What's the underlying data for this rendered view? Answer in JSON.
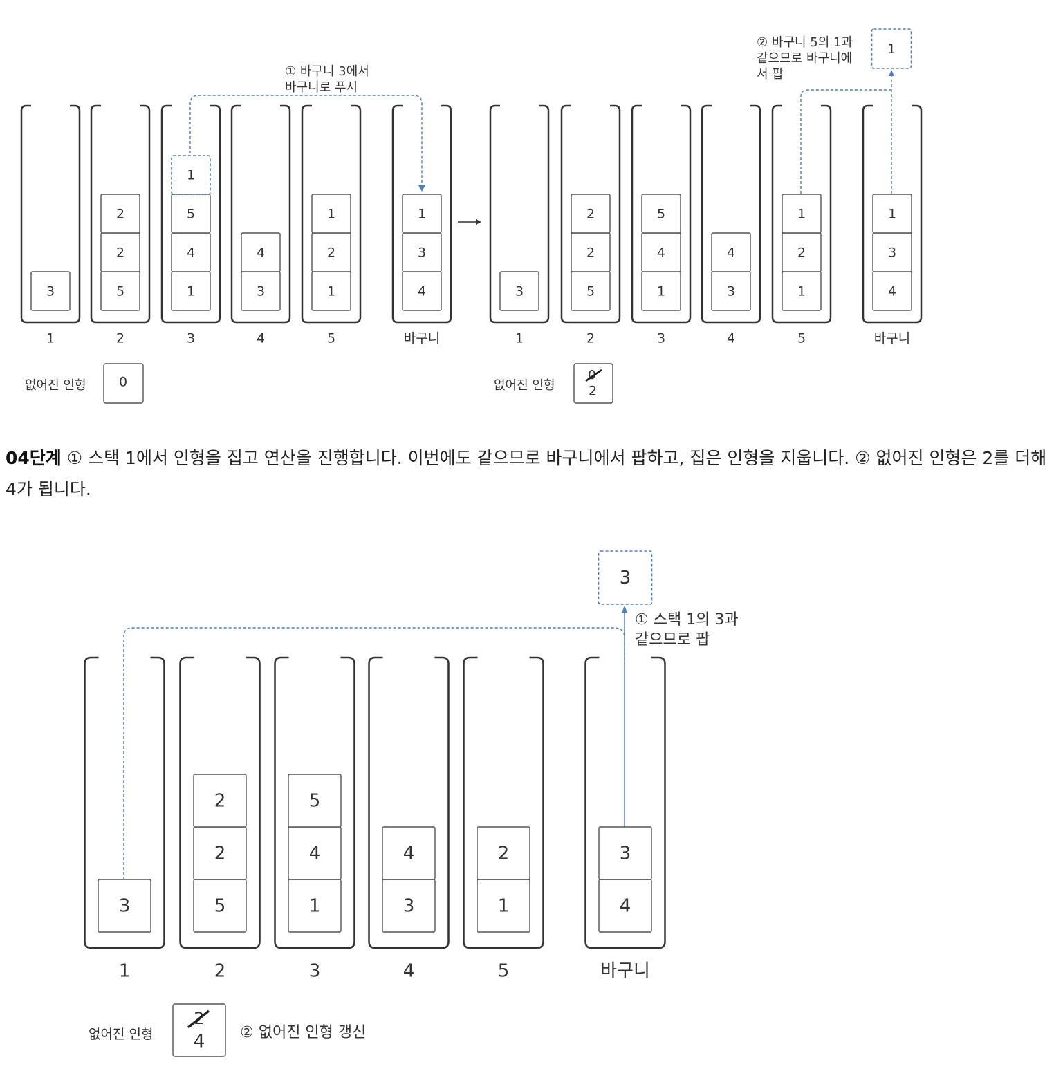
{
  "figure1": {
    "before": {
      "stacks": [
        {
          "label": "1",
          "items": [
            "3"
          ]
        },
        {
          "label": "2",
          "items": [
            "5",
            "2",
            "2"
          ]
        },
        {
          "label": "3",
          "items": [
            "1",
            "4",
            "5"
          ],
          "moving": "1"
        },
        {
          "label": "4",
          "items": [
            "3",
            "4"
          ]
        },
        {
          "label": "5",
          "items": [
            "1",
            "2",
            "1"
          ]
        }
      ],
      "basket": {
        "label": "바구니",
        "items": [
          "4",
          "3",
          "1"
        ]
      },
      "annotation": [
        "① 바구니 3에서",
        "바구니로 푸시"
      ],
      "lost_label": "없어진 인형",
      "lost_value": "0"
    },
    "after": {
      "stacks": [
        {
          "label": "1",
          "items": [
            "3"
          ]
        },
        {
          "label": "2",
          "items": [
            "5",
            "2",
            "2"
          ]
        },
        {
          "label": "3",
          "items": [
            "1",
            "4",
            "5"
          ]
        },
        {
          "label": "4",
          "items": [
            "3",
            "4"
          ]
        },
        {
          "label": "5",
          "items": [
            "1",
            "2",
            "1"
          ]
        }
      ],
      "basket": {
        "label": "바구니",
        "items": [
          "4",
          "3",
          "1"
        ]
      },
      "popped": "1",
      "annotation": [
        "② 바구니 5의 1과",
        "같으므로 바구니에",
        "서 팝"
      ],
      "lost_label": "없어진 인형",
      "lost_old": "0",
      "lost_value": "2"
    }
  },
  "paragraph": {
    "step": "04단계",
    "text": " ① 스택 1에서 인형을 집고 연산을 진행합니다. 이번에도 같으므로 바구니에서 팝하고, 집은 인형을 지웁니다. ② 없어진 인형은 2를 더해 4가 됩니다."
  },
  "figure2": {
    "stacks": [
      {
        "label": "1",
        "items": [
          "3"
        ]
      },
      {
        "label": "2",
        "items": [
          "5",
          "2",
          "2"
        ]
      },
      {
        "label": "3",
        "items": [
          "1",
          "4",
          "5"
        ]
      },
      {
        "label": "4",
        "items": [
          "3",
          "4"
        ]
      },
      {
        "label": "5",
        "items": [
          "1",
          "2"
        ]
      }
    ],
    "basket": {
      "label": "바구니",
      "items": [
        "4",
        "3"
      ]
    },
    "popped": "3",
    "annotation": [
      "① 스택 1의 3과",
      "같으므로 팝"
    ],
    "lost_label": "없어진 인형",
    "lost_old": "2",
    "lost_value": "4",
    "lost_annotation": "② 없어진 인형 갱신"
  }
}
